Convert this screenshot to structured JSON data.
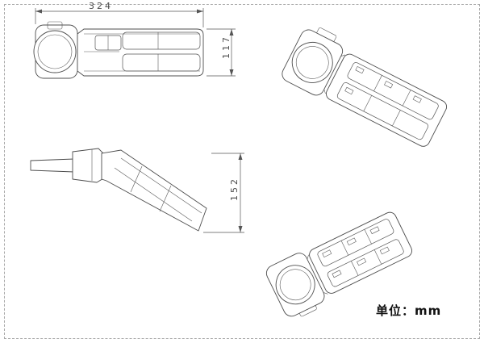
{
  "drawing": {
    "dimensions": {
      "overall_length": "324",
      "overall_height": "117",
      "side_height": "152"
    },
    "unit_label": "单位：mm",
    "colors": {
      "line": "#4d4d4d",
      "dimension_text": "#4a4a4a",
      "sheet_border": "#a8a8a8",
      "background": "#ffffff"
    }
  }
}
